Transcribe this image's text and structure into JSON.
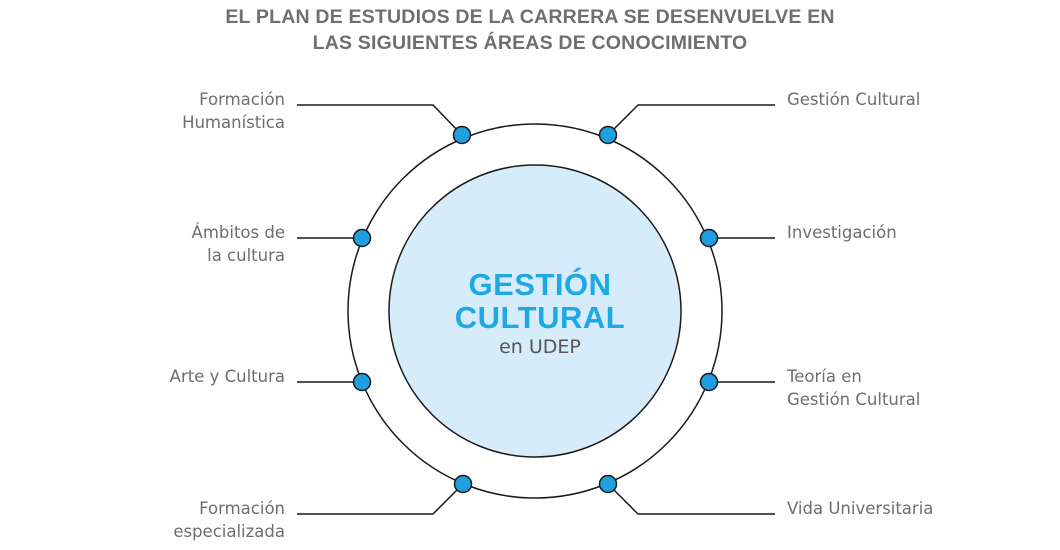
{
  "title": {
    "line1": "EL PLAN DE ESTUDIOS DE LA CARRERA SE DESENVUELVE EN",
    "line2": "LAS SIGUIENTES ÁREAS DE CONOCIMIENTO"
  },
  "center": {
    "line1": "GESTIÓN",
    "line2": "CULTURAL",
    "sub": "en UDEP"
  },
  "areas_left": [
    {
      "line1": "Formación",
      "line2": "Humanística"
    },
    {
      "line1": "Ámbitos de",
      "line2": "la cultura"
    },
    {
      "line1": "Arte y Cultura",
      "line2": ""
    },
    {
      "line1": "Formación",
      "line2": "especializada"
    }
  ],
  "areas_right": [
    {
      "line1": "Gestión Cultural",
      "line2": ""
    },
    {
      "line1": "Investigación",
      "line2": ""
    },
    {
      "line1": "Teoría en",
      "line2": "Gestión Cultural"
    },
    {
      "line1": "Vida Universitaria",
      "line2": ""
    }
  ],
  "colors": {
    "title": "#6f6f6f",
    "label": "#6e6e6e",
    "accent": "#1ea9e6",
    "inner_fill": "#d6ecfa",
    "node_fill": "#1e9fe0",
    "line": "#1a1a1a"
  }
}
